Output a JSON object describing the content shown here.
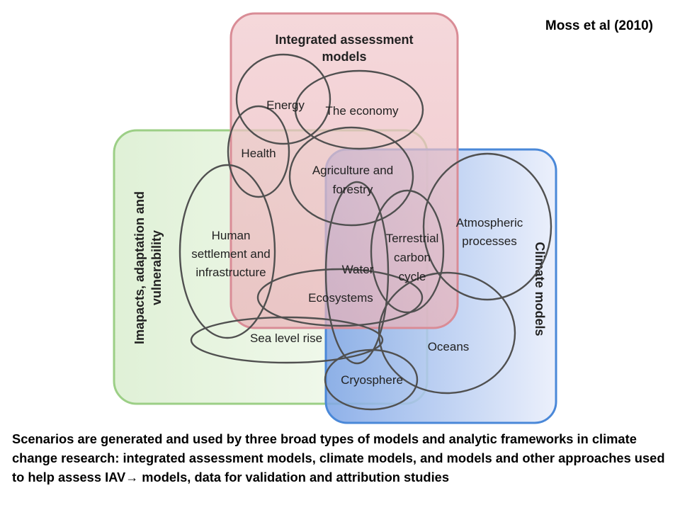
{
  "citation": "Moss et al (2010)",
  "frameworks": {
    "integrated_assessment": {
      "line1": "Integrated assessment",
      "line2": "models",
      "color": "#d98c96"
    },
    "impacts": {
      "line1": "Imapacts, adaptation and",
      "line2": "vulnerability",
      "color": "#9ccf86"
    },
    "climate": {
      "label": "Climate models",
      "color": "#4a88d8"
    }
  },
  "topics": {
    "energy": "Energy",
    "economy": "The economy",
    "health": "Health",
    "agriculture": {
      "line1": "Agriculture and",
      "line2": "forestry"
    },
    "human_settlement": {
      "line1": "Human",
      "line2": "settlement and",
      "line3": "infrastructure"
    },
    "terrestrial_carbon": {
      "line1": "Terrestrial",
      "line2": "carbon",
      "line3": "cycle"
    },
    "atmospheric": {
      "line1": "Atmospheric",
      "line2": "processes"
    },
    "water": "Water",
    "ecosystems": "Ecosystems",
    "sea_level": "Sea level rise",
    "oceans": "Oceans",
    "cryosphere": "Cryosphere"
  },
  "caption": {
    "text_before_arrow": "Scenarios are generated and used by three broad types of models and analytic frameworks in climate change research: integrated assessment models, climate models, and models and other approaches used to help assess  IAV",
    "arrow": "→",
    "text_after_arrow": " models, data for validation and attribution studies"
  }
}
